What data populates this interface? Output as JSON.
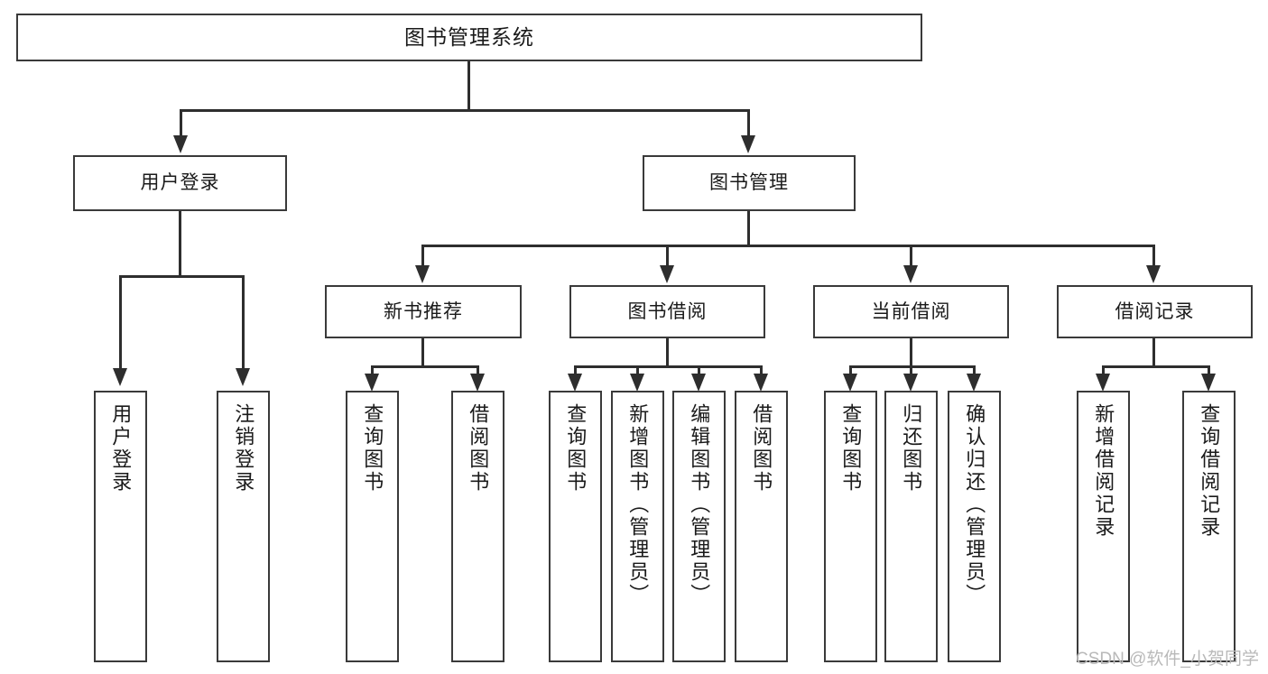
{
  "diagram": {
    "title": "图书管理系统",
    "root": {
      "label": "图书管理系统"
    },
    "level2": [
      {
        "label": "用户登录"
      },
      {
        "label": "图书管理"
      }
    ],
    "level3": [
      {
        "label": "新书推荐"
      },
      {
        "label": "图书借阅"
      },
      {
        "label": "当前借阅"
      },
      {
        "label": "借阅记录"
      }
    ],
    "leaves": {
      "user_login": [
        {
          "label": "用户登录"
        },
        {
          "label": "注销登录"
        }
      ],
      "new_book": [
        {
          "label": "查询图书"
        },
        {
          "label": "借阅图书"
        }
      ],
      "book_borrow": [
        {
          "label": "查询图书"
        },
        {
          "label": "新增图书（管理员）"
        },
        {
          "label": "编辑图书（管理员）"
        },
        {
          "label": "借阅图书"
        }
      ],
      "current_borrow": [
        {
          "label": "查询图书"
        },
        {
          "label": "归还图书"
        },
        {
          "label": "确认归还（管理员）"
        }
      ],
      "borrow_record": [
        {
          "label": "新增借阅记录"
        },
        {
          "label": "查询借阅记录"
        }
      ]
    }
  },
  "watermark": {
    "text": "CSDN @软件_小贺同学"
  },
  "colors": {
    "box_border": "#3a3a3a",
    "connector": "#2e2e2e",
    "background": "#ffffff",
    "text": "#1a1a1a",
    "watermark": "#b9b9b9"
  }
}
